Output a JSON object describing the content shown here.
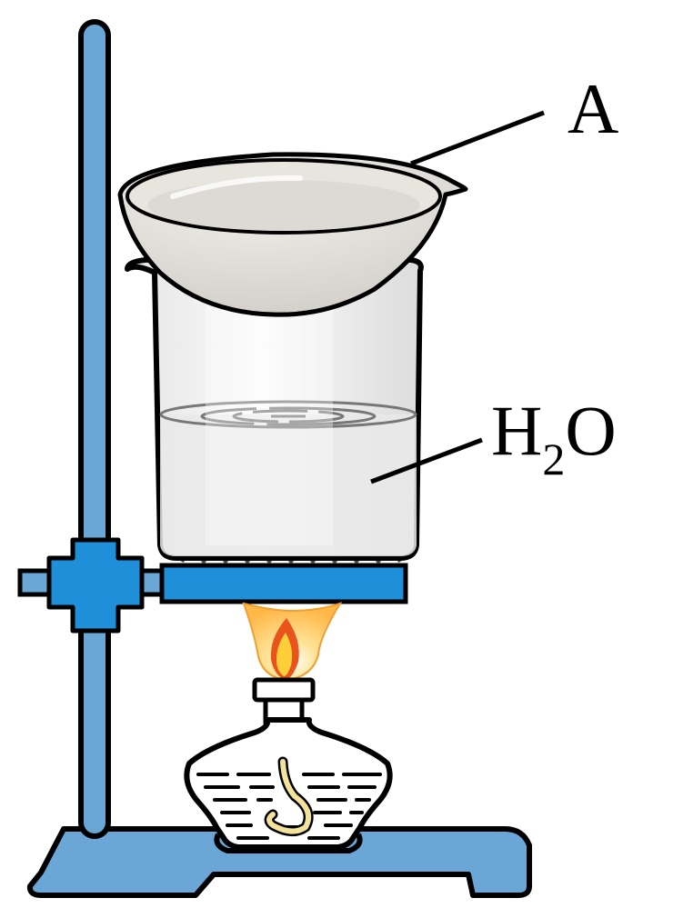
{
  "labels": {
    "a": "A",
    "water": {
      "base1": "H",
      "sub": "2",
      "base2": "O"
    }
  },
  "colors": {
    "stand": "#6aa6d6",
    "clamp": "#1e8fd8",
    "outline": "#000000",
    "glass": "#f0f0f0",
    "water": "#e6e6e6",
    "dish": "#dcdad6",
    "flame_outer": "#ffd98a",
    "flame_inner": "#e8541c",
    "wick": "#f3e39a"
  }
}
